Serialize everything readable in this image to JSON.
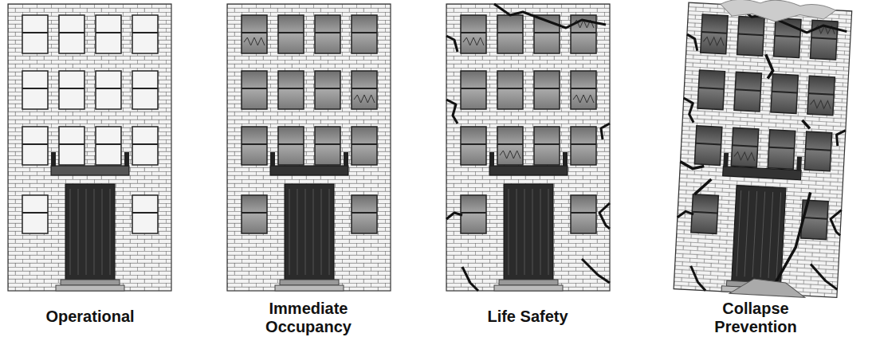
{
  "diagram": {
    "labels": [
      "Operational",
      "Immediate Occupancy",
      "Life Safety",
      "Collapse Prevention"
    ]
  }
}
